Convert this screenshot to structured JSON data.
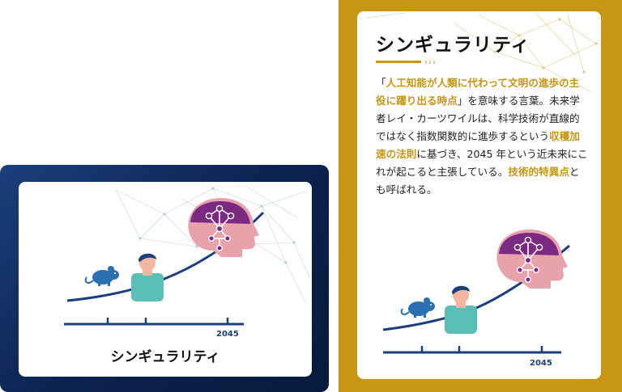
{
  "left_panel": {
    "caption": "シンギュラリティ",
    "axis_label": "2045"
  },
  "right_panel": {
    "title": "シンギュラリティ",
    "description": {
      "q_open": "「",
      "hl1": "人工知能が人類に代わって文明の進歩の主役に躍り出る時点",
      "t1": "」を意味する言葉。未来学者レイ・カーツワイルは、科学技術が直線的ではなく指数関数的に進歩するという",
      "hl2": "収穫加速の法則",
      "t2": "に基づき、2045 年という近未来にこれが起こると主張している。",
      "hl3": "技術的特異点",
      "t3": "とも呼ばれる。"
    },
    "axis_label": "2045"
  },
  "colors": {
    "navy": "#1a3f7c",
    "gold": "#c79612",
    "brain_pink": "#e8a2ac",
    "brain_purple": "#7b2a82",
    "person_teal": "#5bbfb7",
    "mouse_blue": "#2a6fb0"
  },
  "icons": [
    "mouse-icon",
    "person-icon",
    "ai-head-icon",
    "network-lines"
  ]
}
